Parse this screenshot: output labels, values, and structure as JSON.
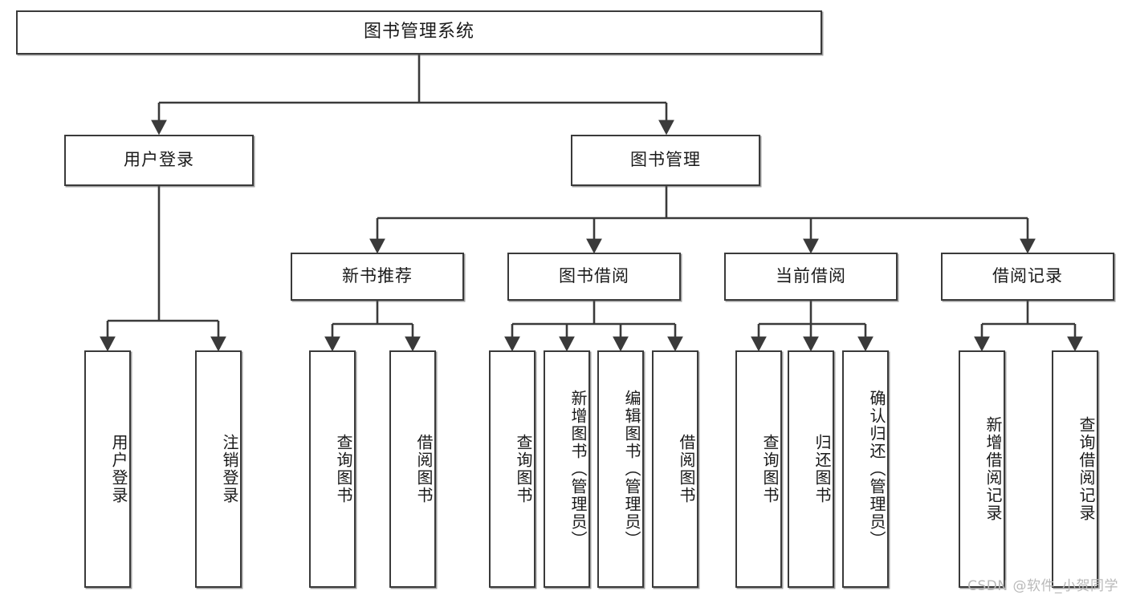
{
  "diagram": {
    "type": "tree",
    "title": "图书管理系统",
    "orientation": "top-down",
    "colors": {
      "box_border": "#3a3a3a",
      "box_fill": "#ffffff",
      "connector": "#3a3a3a",
      "text": "#1a1a1a",
      "watermark": "#b9b9b9",
      "background": "#ffffff"
    }
  },
  "root": {
    "label": "图书管理系统"
  },
  "level2": [
    {
      "label": "用户登录"
    },
    {
      "label": "图书管理"
    }
  ],
  "level3": [
    {
      "label": "新书推荐"
    },
    {
      "label": "图书借阅"
    },
    {
      "label": "当前借阅"
    },
    {
      "label": "借阅记录"
    }
  ],
  "leaves": {
    "user_login": [
      {
        "label": "用户登录"
      },
      {
        "label": "注销登录"
      }
    ],
    "new_book": [
      {
        "label": "查询图书"
      },
      {
        "label": "借阅图书"
      }
    ],
    "book_borrow": [
      {
        "label": "查询图书"
      },
      {
        "label": "新增图书（管理员）"
      },
      {
        "label": "编辑图书（管理员）"
      },
      {
        "label": "借阅图书"
      }
    ],
    "current_borrow": [
      {
        "label": "查询图书"
      },
      {
        "label": "归还图书"
      },
      {
        "label": "确认归还（管理员）"
      }
    ],
    "borrow_record": [
      {
        "label": "新增借阅记录"
      },
      {
        "label": "查询借阅记录"
      }
    ]
  },
  "watermark": {
    "text": "CSDN @软件_小贺同学"
  }
}
